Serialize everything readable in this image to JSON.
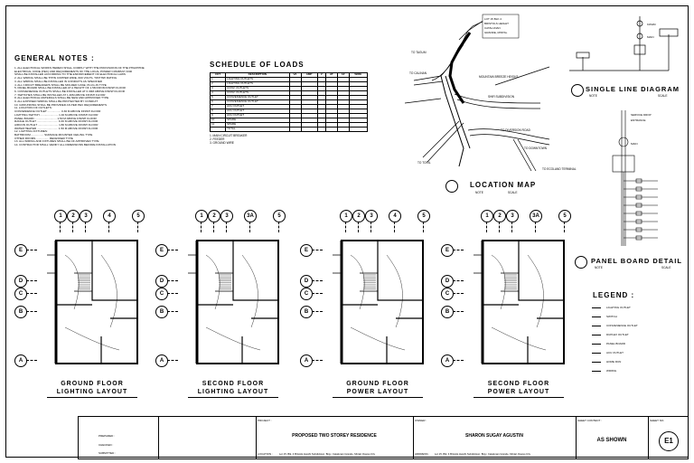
{
  "general_notes": {
    "title": "GENERAL NOTES :",
    "lines": [
      "1.  ALL ELECTRICAL WORKS HEREIN SHALL COMPLY WITH THE PROVISIONS OF THE PHILIPPINE",
      "     ELECTRICAL CODE (PEC) AND REQUIREMENTS OF THE LOCAL POWER COMPANY AND",
      "     SHALL BE INSTALLED ACCORDING TO THE ENFORCEMENT OF ELECTRICAL LAWS",
      "2.  ALL WIRING SHALL BE THHN COPPER WIRE, 600 VOLTS, TW/THW RATING",
      "3.  ALL WIRING SHALL BE INSTALLED IN CONDUITS AS SPECIFIED",
      "4.  ALL CIRCUIT BREAKERS SHALL BE MOLDED CASE, PLUG-IN TYPE",
      "5.  PANEL BOARD SHALL BE INSTALLED AT A HEIGHT OF 1.5M FROM FINISH FLOOR",
      "6.  CONVENIENCE OUTLETS SHALL BE INSTALLED AT 0.30M ABOVE FINISH FLOOR",
      "7.  SWITCHES SHALL BE INSTALLED AT 1.40M ABOVE FINISH FLOOR",
      "8.  ALL ELECTRICAL MATERIALS SHALL BE NEW AND APPROVED TYPE",
      "9.  ALL EXPOSED WIRING SHALL BE PROTECTED BY CONDUIT",
      "10. GROUNDING SHALL BE PROVIDED AS PER PEC REQUIREMENTS",
      "11. LOCATION OF OUTLETS:",
      "       CONVENIENCE OUTLET ................. 0.30 M ABOVE FINISH FLOOR",
      "       LIGHTING SWITCH ....................... 1.40 M ABOVE FINISH FLOOR",
      "       PANEL BOARD ............................ 1.50 M ABOVE FINISH FLOOR",
      "       RANGE OUTLET ........................... 0.30 M ABOVE FINISH FLOOR",
      "       AIRCON OUTLET .......................... 1.80 M ABOVE FINISH FLOOR",
      "       WATER HEATER ........................... 1.50 M ABOVE FINISH FLOOR",
      "",
      "12. LIGHTING FIXTURES:",
      "       BATHROOM ................ SURFACE MOUNTED CEILING TYPE",
      "       OTHER ROOMS ................ RECESSED TYPE",
      "",
      "13. ALL WIRING AND FIXTURES SHALL BE OF APPROVED TYPE",
      "14. CONTRACTOR SHALL VERIFY ALL DIMENSIONS BEFORE INSTALLATION"
    ]
  },
  "schedule": {
    "title": "SCHEDULE OF LOADS",
    "headers": [
      "CKT",
      "DESCRIPTION",
      "VA",
      "AMP",
      "V",
      "AT",
      "AF",
      "WIRE"
    ],
    "rows": [
      [
        "1",
        "LIGHTING OUTLETS",
        "",
        "",
        "",
        "",
        "",
        ""
      ],
      [
        "2",
        "LIGHTING OUTLETS",
        "",
        "",
        "",
        "",
        "",
        ""
      ],
      [
        "3",
        "CONV. OUTLETS",
        "",
        "",
        "",
        "",
        "",
        ""
      ],
      [
        "4",
        "CONV. OUTLETS",
        "",
        "",
        "",
        "",
        "",
        ""
      ],
      [
        "5",
        "CONVENIENCE OUTLET",
        "",
        "",
        "",
        "",
        "",
        ""
      ],
      [
        "6",
        "CONVENIENCE OUTLET",
        "",
        "",
        "",
        "",
        "",
        ""
      ],
      [
        "7",
        "ACU OUTLET",
        "",
        "",
        "",
        "",
        "",
        ""
      ],
      [
        "8",
        "ACU OUTLET",
        "",
        "",
        "",
        "",
        "",
        ""
      ],
      [
        "9",
        "ACU OUTLET",
        "",
        "",
        "",
        "",
        "",
        ""
      ],
      [
        "10",
        "SPARE",
        "",
        "",
        "",
        "",
        "",
        ""
      ],
      [
        "11",
        "SPARE",
        "",
        "",
        "",
        "",
        "",
        ""
      ],
      [
        "",
        "TOTAL",
        "",
        "",
        "",
        "",
        "",
        ""
      ]
    ],
    "footnotes": [
      "1. MAIN CIRCUIT BREAKER",
      "2. FEEDER",
      "3. GROUND WIRE"
    ]
  },
  "location_map": {
    "title": "LOCATION MAP",
    "note": "NOTE",
    "scale": "SCALE",
    "labels": [
      "TO TAGUM",
      "TO CALINAN",
      "MOUNTAIN BREEZE HEIGHT",
      "SHIR SUBDIVISION",
      "TO DIVERSION ROAD",
      "TO DOWNTOWN",
      "TO TORIL",
      "TO ECOLAND TERMINAL"
    ]
  },
  "single_line": {
    "title": "SINGLE LINE DIAGRAM",
    "note": "NOTE",
    "scale": "SCALE"
  },
  "panel_board": {
    "title": "PANEL BOARD DETAIL",
    "note": "NOTE",
    "scale": "SCALE"
  },
  "legend": {
    "title": "LEGEND :",
    "items": [
      "LIGHTING OUTLET",
      "SWITCH",
      "CONVENIENCE OUTLET",
      "DUPLEX OUTLET",
      "PANEL BOARD",
      "ACU OUTLET",
      "HOME RUN",
      "WIRING"
    ]
  },
  "plans": [
    {
      "title1": "GROUND FLOOR",
      "title2": "LIGHTING LAYOUT",
      "grid": [
        "1",
        "2",
        "3",
        "4",
        "5"
      ]
    },
    {
      "title1": "SECOND FLOOR",
      "title2": "LIGHTING LAYOUT",
      "grid": [
        "1",
        "2",
        "3",
        "3A",
        "5"
      ]
    },
    {
      "title1": "GROUND FLOOR",
      "title2": "POWER LAYOUT",
      "grid": [
        "1",
        "2",
        "3",
        "4",
        "5"
      ]
    },
    {
      "title1": "SECOND FLOOR",
      "title2": "POWER LAYOUT",
      "grid": [
        "1",
        "2",
        "3",
        "3A",
        "5"
      ]
    }
  ],
  "row_grid": [
    "E",
    "D",
    "C",
    "B",
    "A"
  ],
  "title_block": {
    "project_label": "PROJECT :",
    "project": "PROPOSED TWO STOREY RESIDENCE",
    "owner_label": "OWNER :",
    "owner": "SHARON SUGAY AGUSTIN",
    "location_label": "LOCATION :",
    "location": "Lot 15, Blk. 4 Bristols Height Subdivision, Brgy. Catalunan Grande, Mintal, Davao City",
    "address_label": "ADDRESS :",
    "address": "Lot 15, Blk. 4 Bristols Height Subdivision, Brgy. Catalunan Grande, Mintal, Davao City",
    "sheet_content_label": "SHEET CONTENT :",
    "sheet_content": "AS SHOWN",
    "sheet_no_label": "SHEET NO.",
    "sheet_no": "E1",
    "prepared": "PREPARED :",
    "checked": "CHECKED :",
    "submitted": "SUBMITTED :"
  }
}
